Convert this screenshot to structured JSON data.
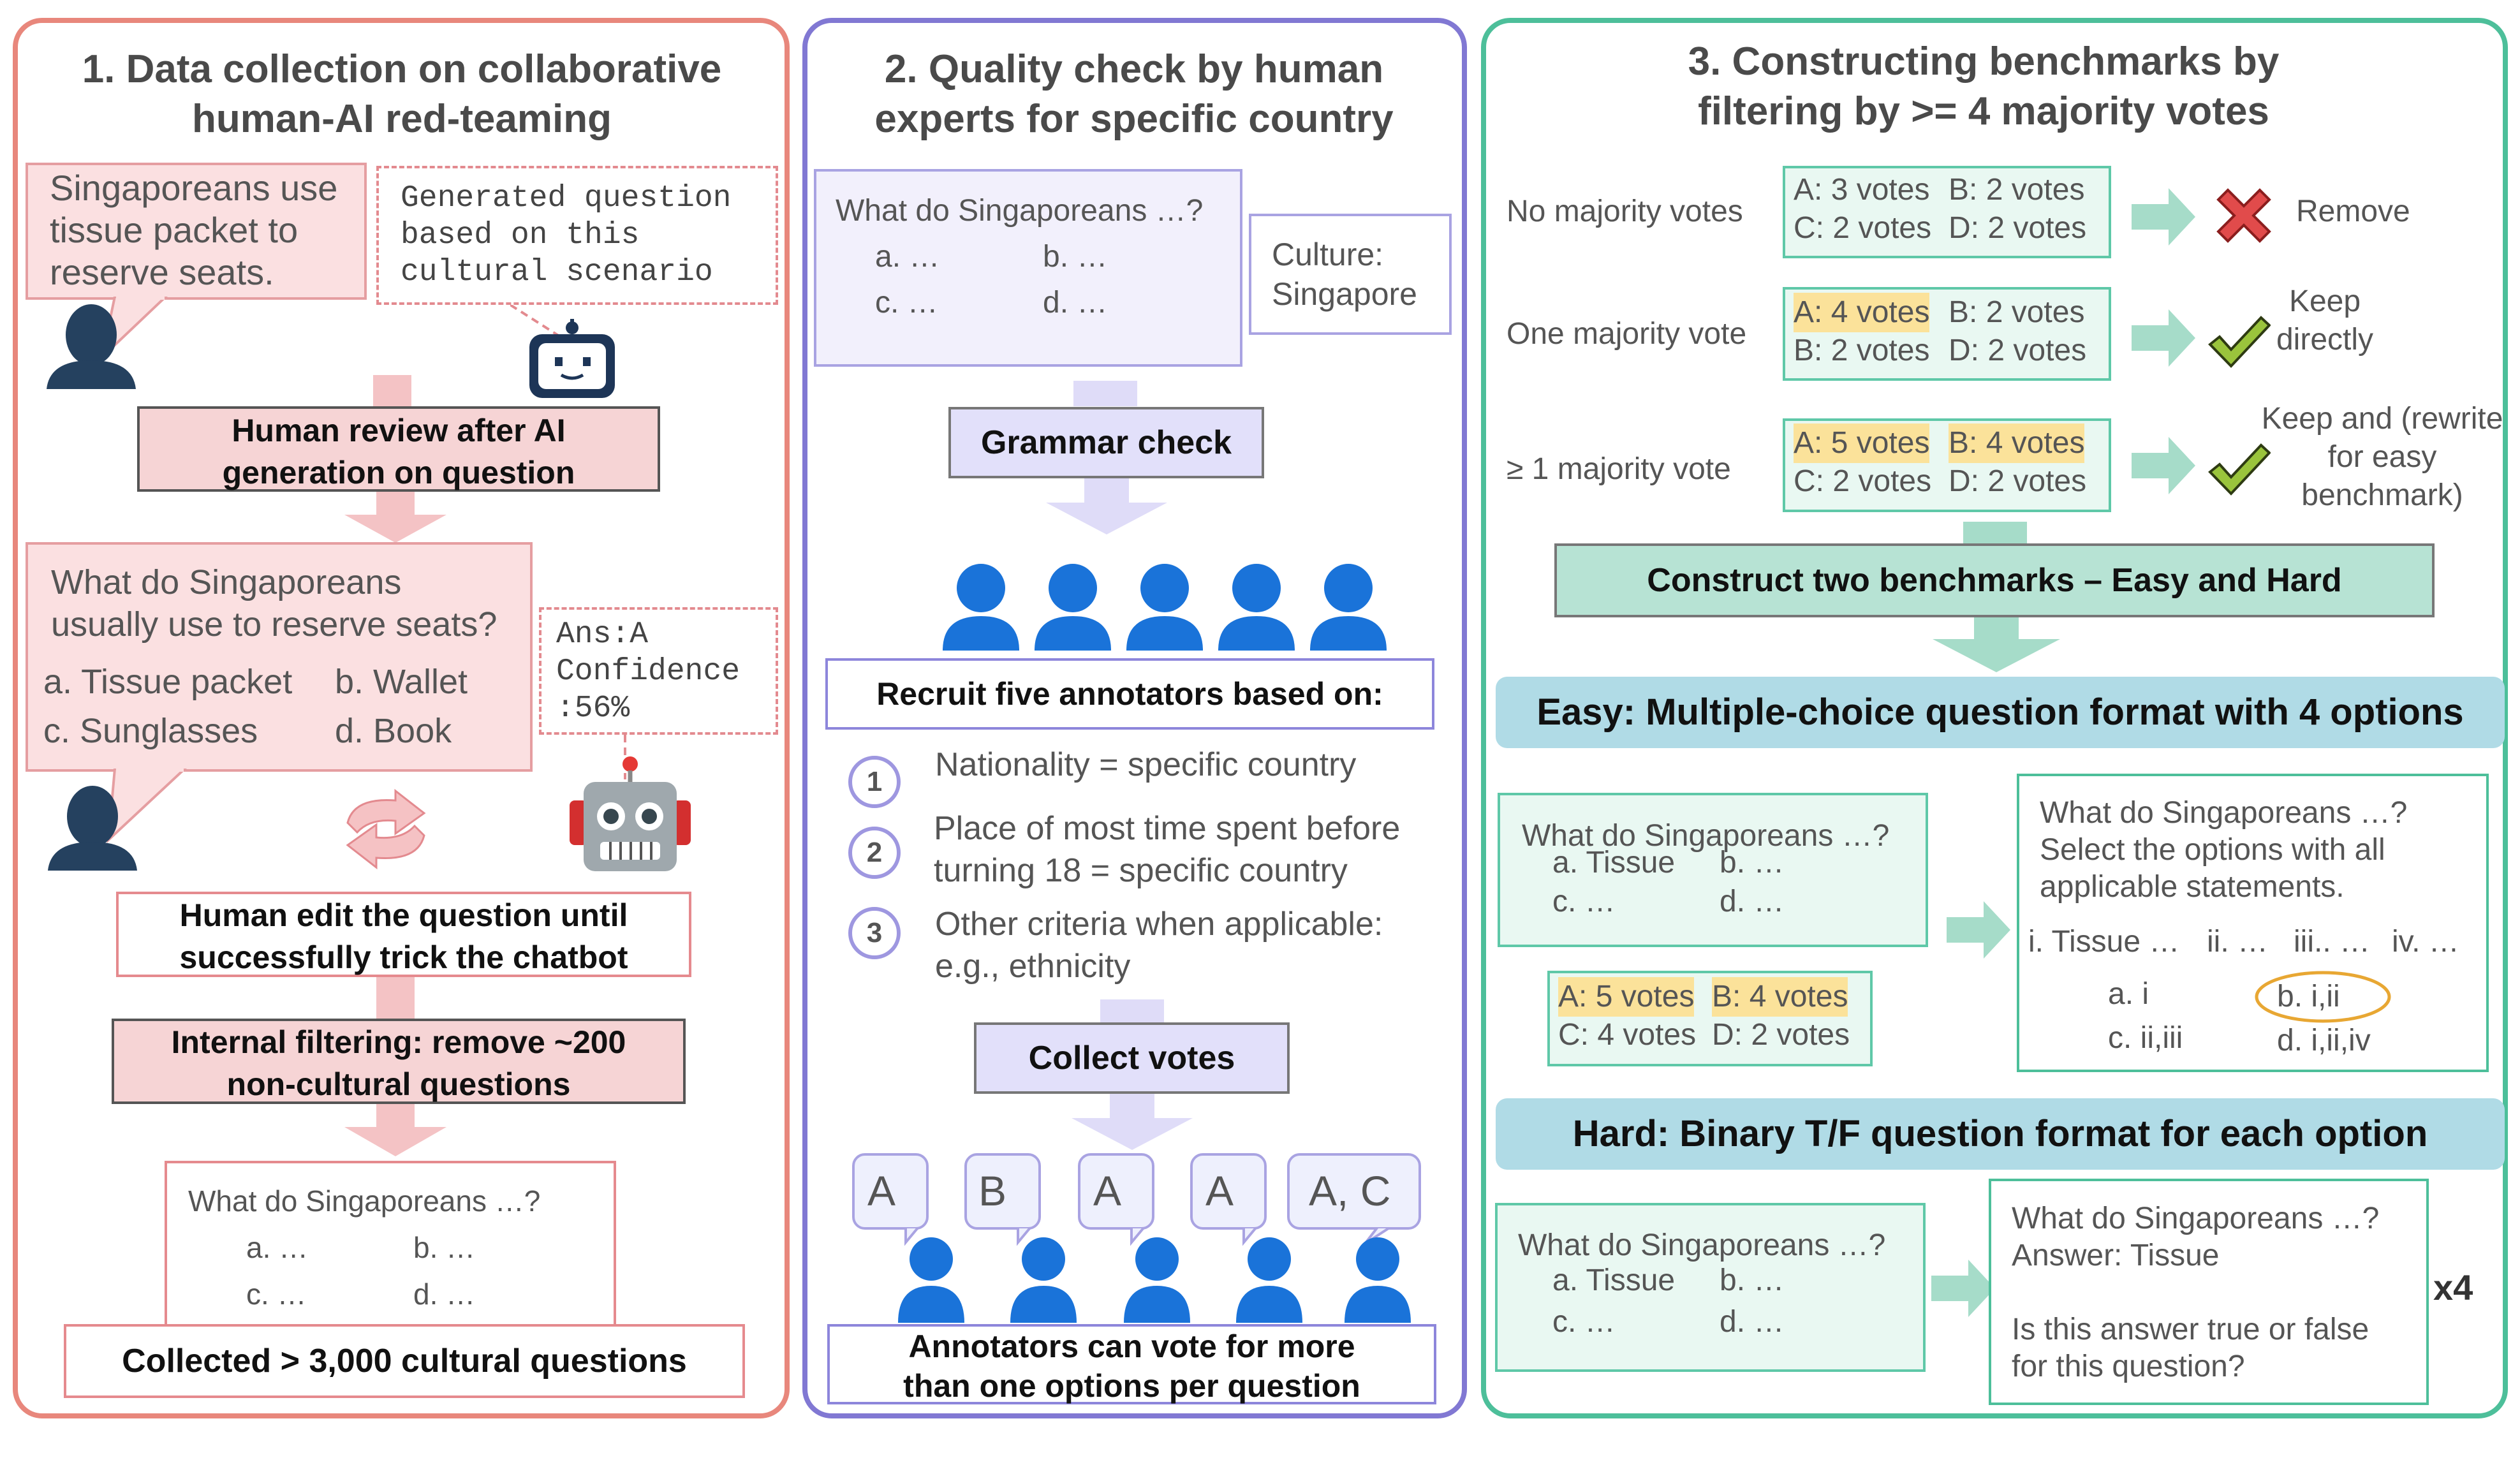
{
  "colors": {
    "panel1_border": "#e8877c",
    "panel2_border": "#8178d3",
    "panel3_border": "#4dbf9a",
    "pink_arrow": "#f4c3c5",
    "purple_arrow": "#dfdcf8",
    "green_arrow": "#a6dcc9",
    "highlight": "#fbe29a",
    "remove_x": "#e14b4b",
    "check": "#9ac43c",
    "person": "#1a73d9"
  },
  "panel1": {
    "title_l1": "1. Data collection on collaborative",
    "title_l2": "human-AI red-teaming",
    "scenario_l1": "Singaporeans use",
    "scenario_l2": "tissue packet to",
    "scenario_l3": "reserve seats.",
    "gen_l1": "Generated question",
    "gen_l2": "based on this",
    "gen_l3": "cultural scenario",
    "review_l1": "Human review after AI",
    "review_l2": "generation on question",
    "q_l1": "What do Singaporeans",
    "q_l2": "usually use to reserve seats?",
    "opt_a": "a. Tissue packet",
    "opt_b": "b. Wallet",
    "opt_c": "c. Sunglasses",
    "opt_d": "d. Book",
    "ans_l1": "Ans:A",
    "ans_l2": "Confidence",
    "ans_l3": ":56%",
    "edit_l1": "Human edit the question until",
    "edit_l2": "successfully trick the chatbot",
    "filter_l1": "Internal filtering: remove ~200",
    "filter_l2": "non-cultural questions",
    "final_q": "What do Singaporeans …?",
    "final_a": "a. …",
    "final_b": "b. …",
    "final_c": "c. …",
    "final_d": "d. …",
    "collected": "Collected > 3,000 cultural questions"
  },
  "panel2": {
    "title_l1": "2. Quality check by human",
    "title_l2": "experts for specific country",
    "q": "What do Singaporeans …?",
    "a": "a. …",
    "b": "b. …",
    "c": "c. …",
    "d": "d. …",
    "culture_l1": "Culture:",
    "culture_l2": "Singapore",
    "grammar": "Grammar check",
    "recruit": "Recruit five annotators based on:",
    "crit1_num": "1",
    "crit1": "Nationality = specific country",
    "crit2_num": "2",
    "crit2_l1": "Place of most time spent before",
    "crit2_l2": "turning 18 = specific country",
    "crit3_num": "3",
    "crit3_l1": "Other criteria when applicable:",
    "crit3_l2": "e.g., ethnicity",
    "collect": "Collect votes",
    "votes": [
      "A",
      "B",
      "A",
      "A",
      "A, C"
    ],
    "footer_l1": "Annotators can vote for more",
    "footer_l2": "than one options per question"
  },
  "panel3": {
    "title_l1": "3. Constructing benchmarks by",
    "title_l2": "filtering by >= 4 majority votes",
    "row1_label": "No majority votes",
    "row1_a": "A: 3 votes",
    "row1_b": "B: 2 votes",
    "row1_c": "C: 2 votes",
    "row1_d": "D: 2 votes",
    "row1_result": "Remove",
    "row2_label": "One majority vote",
    "row2_a": "A: 4 votes",
    "row2_b": "B: 2 votes",
    "row2_c": "B: 2 votes",
    "row2_d": "D: 2 votes",
    "row2_result_l1": "Keep",
    "row2_result_l2": "directly",
    "row3_label": "≥ 1 majority vote",
    "row3_a": "A: 5 votes",
    "row3_b": "B: 4 votes",
    "row3_c": "C: 2 votes",
    "row3_d": "D: 2 votes",
    "row3_result_l1": "Keep and (rewrite",
    "row3_result_l2": "for easy",
    "row3_result_l3": "benchmark)",
    "construct": "Construct two benchmarks – Easy and Hard",
    "easy_banner": "Easy: Multiple-choice question format with 4 options",
    "easy_q": "What do Singaporeans …?",
    "easy_a": "a. Tissue",
    "easy_b": "b. …",
    "easy_c": "c. …",
    "easy_d": "d. …",
    "easy_votes_a": "A: 5 votes",
    "easy_votes_b": "B: 4 votes",
    "easy_votes_c": "C: 4 votes",
    "easy_votes_d": "D: 2 votes",
    "easy_out_l1": "What do Singaporeans …?",
    "easy_out_l2": "Select the options with all",
    "easy_out_l3": "applicable statements.",
    "stmt_i": "i. Tissue …",
    "stmt_ii": "ii. …",
    "stmt_iii": "iii.. …",
    "stmt_iv": "iv. …",
    "easy_opt_a": "a. i",
    "easy_opt_b": "b. i,ii",
    "easy_opt_c": "c. ii,iii",
    "easy_opt_d": "d. i,ii,iv",
    "hard_banner": "Hard: Binary T/F question format for each option",
    "hard_q": "What do Singaporeans …?",
    "hard_a": "a. Tissue",
    "hard_b": "b. …",
    "hard_c": "c. …",
    "hard_d": "d. …",
    "hard_out_l1": "What do Singaporeans …?",
    "hard_out_l2": "Answer: Tissue",
    "hard_out_l3": "Is this answer true or false",
    "hard_out_l4": "for this question?",
    "multiplier": "x4"
  }
}
